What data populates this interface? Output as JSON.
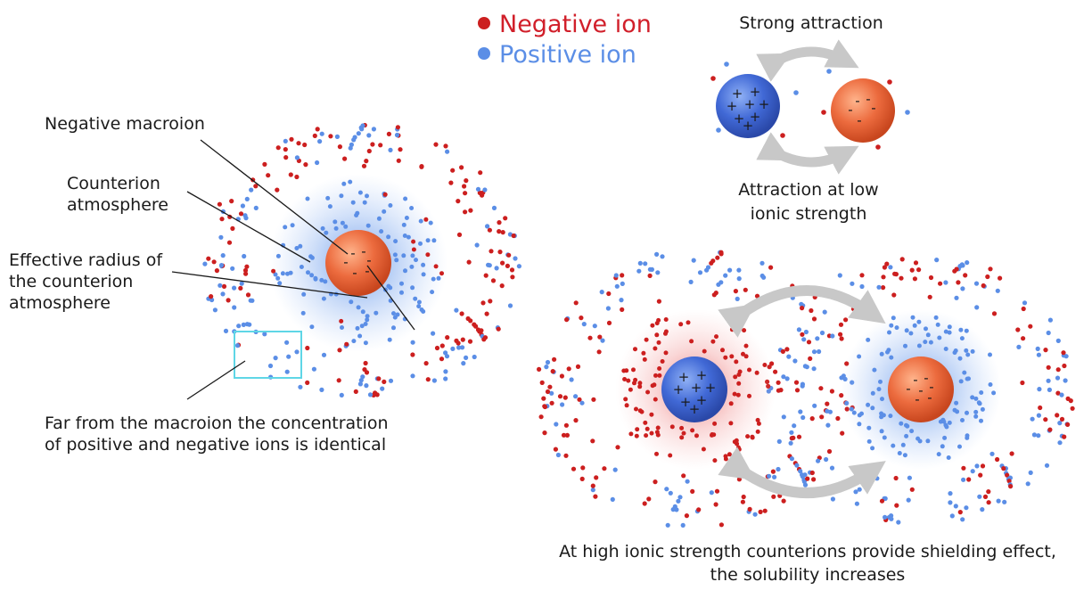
{
  "legend": {
    "negative_label": "Negative ion",
    "positive_label": "Positive ion",
    "negative_color": "#cc1f1f",
    "positive_color": "#5b8ee6"
  },
  "left_panel": {
    "labels": {
      "macroion": "Negative macroion",
      "counterion_line1": "Counterion",
      "counterion_line2": "atmosphere",
      "radius_line1": "Effective radius of",
      "radius_line2": "the counterion",
      "radius_line3": "atmosphere",
      "far_line1": "Far from the macroion the concentration",
      "far_line2": "of positive and negative ions is identical"
    },
    "macroion_charges": [
      "-",
      "-",
      "-",
      "-",
      "-",
      "-"
    ]
  },
  "top_right": {
    "strong_attraction": "Strong attraction",
    "low_line1": "Attraction at low",
    "low_line2": "ionic strength",
    "positive_charges": [
      "+",
      "+",
      "+",
      "+",
      "+",
      "+",
      "+",
      "+"
    ],
    "negative_charges": [
      "-",
      "-",
      "-",
      "-",
      "-"
    ]
  },
  "bottom_right": {
    "caption_line1": "At high ionic strength counterions provide shielding effect,",
    "caption_line2": "the solubility increases",
    "positive_charges": [
      "+",
      "+",
      "+",
      "+",
      "+",
      "+",
      "+",
      "+"
    ],
    "negative_charges": [
      "-",
      "-",
      "-",
      "-",
      "-",
      "-",
      "-"
    ]
  },
  "colors": {
    "macro_positive": "#3d63cc",
    "macro_negative": "#e8663a",
    "highlight_box": "#5fd6e6",
    "arrow": "#c8c8c8",
    "leader_line": "#1a1a1a"
  }
}
